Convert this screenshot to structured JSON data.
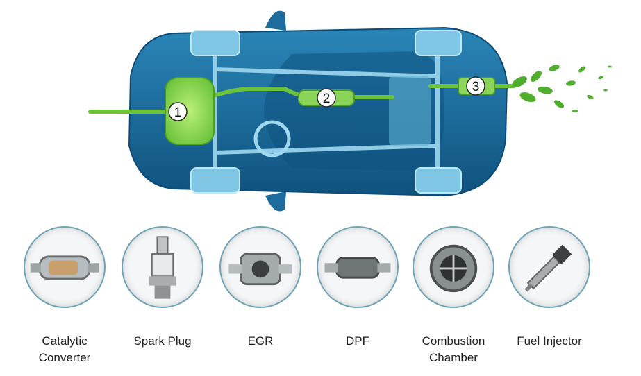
{
  "markers": [
    "1",
    "2",
    "3"
  ],
  "parts": [
    {
      "label": "Catalytic\nConverter",
      "icon": "catalytic-converter-icon"
    },
    {
      "label": "Spark Plug",
      "icon": "spark-plug-icon"
    },
    {
      "label": "EGR",
      "icon": "egr-valve-icon"
    },
    {
      "label": "DPF",
      "icon": "dpf-filter-icon"
    },
    {
      "label": "Combustion\nChamber",
      "icon": "combustion-chamber-icon"
    },
    {
      "label": "Fuel Injector",
      "icon": "fuel-injector-icon"
    }
  ],
  "colors": {
    "car_body": "#1d6c9b",
    "car_dark": "#0d4b75",
    "chassis": "#9fd8ef",
    "exhaust_path": "#6cc23a",
    "leaves": "#4fae2c"
  }
}
